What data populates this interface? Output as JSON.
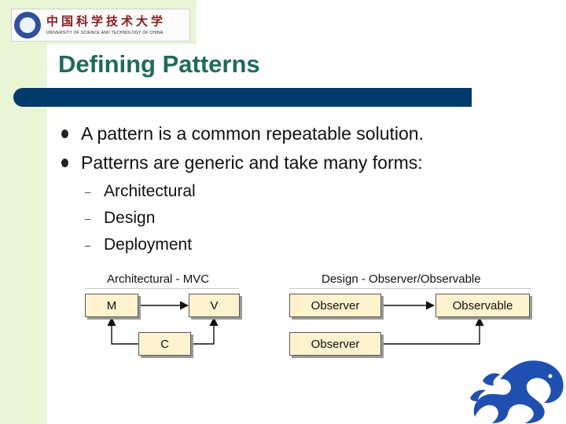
{
  "logo": {
    "name_cn": "中国科学技术大学",
    "name_en": "UNIVERSITY OF SCIENCE AND TECHNOLOGY OF CHINA"
  },
  "slide": {
    "title": "Defining Patterns",
    "bullets": [
      "A pattern is a common repeatable solution.",
      "Patterns are generic and take many forms:"
    ],
    "sub_bullets": [
      "Architectural",
      "Design",
      "Deployment"
    ]
  },
  "diagram_mvc": {
    "title": "Architectural - MVC",
    "boxes": {
      "m": "M",
      "v": "V",
      "c": "C"
    }
  },
  "diagram_observer": {
    "title": "Design - Observer/Observable",
    "boxes": {
      "observer_top": "Observer",
      "observable": "Observable",
      "observer_bottom": "Observer"
    }
  },
  "colors": {
    "title_text": "#1e6b5a",
    "title_bar": "#003a6b",
    "side_band": "#e9f6d6",
    "box_fill": "#fff2cf",
    "dragon": "#1f4fb0"
  }
}
